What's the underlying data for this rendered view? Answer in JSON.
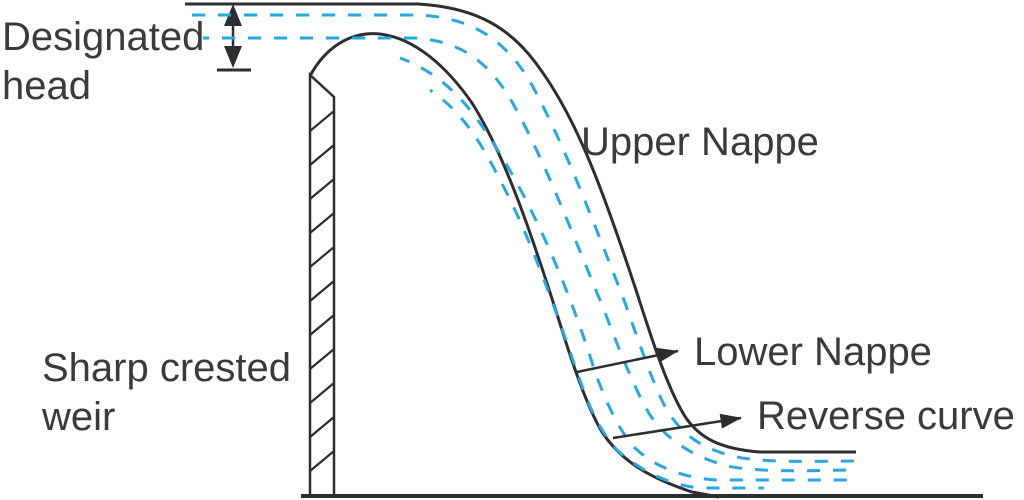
{
  "diagram": {
    "labels": {
      "designated_head_line1": "Designated",
      "designated_head_line2": "head",
      "upper_nappe": "Upper Nappe",
      "lower_nappe": "Lower Nappe",
      "reverse_curve": "Reverse curve",
      "weir_line1": "Sharp crested",
      "weir_line2": "weir"
    },
    "colors": {
      "ink": "#3a3a3c",
      "line": "#2e2e30",
      "water_blue": "#29a7df",
      "background": "#ffffff"
    }
  }
}
